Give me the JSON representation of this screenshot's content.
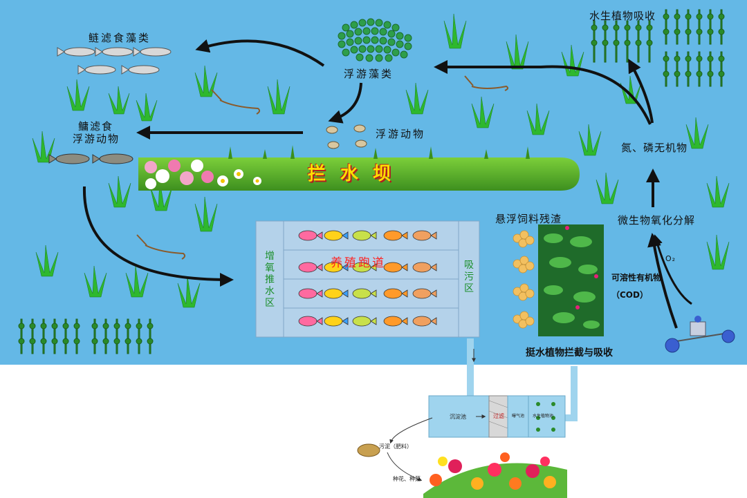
{
  "labels": {
    "silver_carp": "鲢滤食藻类",
    "bighead_line1": "鳙滤食",
    "bighead_line2": "浮游动物",
    "phytoplankton": "浮游藻类",
    "zooplankton": "浮游动物",
    "aquatic_plants": "水生植物吸收",
    "n_p_inorganic": "氮、磷无机物",
    "dam": "拦 水 坝",
    "microbial": "微生物氧化分解",
    "soluble_organic": "可溶性有机物",
    "cod": "（COD）",
    "o2": "O₂",
    "suspended_feed": "悬浮饲料残渣",
    "raceway": "养殖跑道",
    "aeration_zone": "增氧推水区",
    "sewage_zone": "吸污区",
    "emergent_plants": "挺水植物拦截与吸收",
    "sedimentation": "沉淀池",
    "filter": "过滤",
    "aeration_tank": "曝气池",
    "plant_tank": "水生植物池",
    "sludge": "污泥（肥料）",
    "flowers": "种花、种菜"
  },
  "colors": {
    "water": "#64b8e6",
    "arrow": "#111111",
    "raceway_box": "#b4d2ea",
    "dam_text": "#ffe000",
    "raceway_text": "#ff2020",
    "zone_text": "#1b8f2a",
    "pipe": "#9fd4ee"
  }
}
